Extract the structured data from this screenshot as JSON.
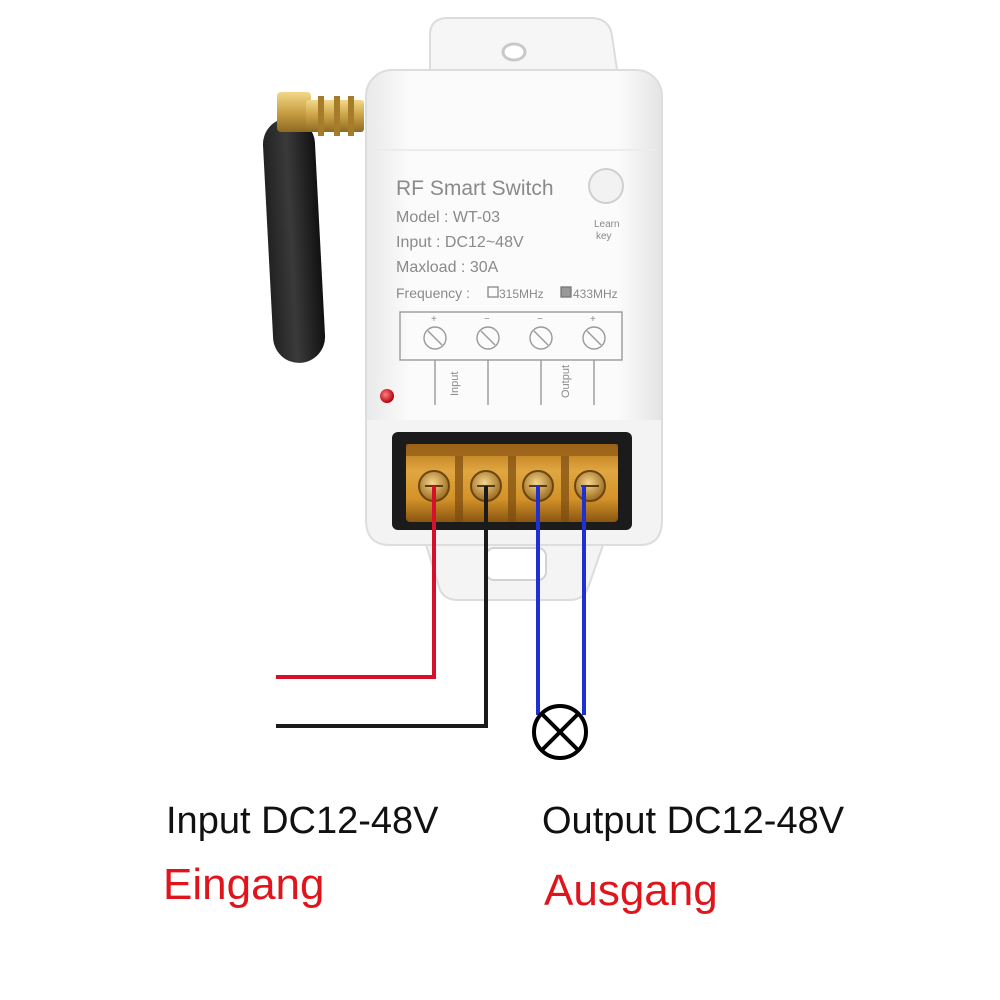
{
  "device": {
    "title": "RF Smart  Switch",
    "model": "Model : WT-03",
    "input": "Input : DC12~48V",
    "maxload": "Maxload : 30A",
    "frequency_label": "Frequency :",
    "freq_option_1": "315MHz",
    "freq_option_2": "433MHz",
    "learn_key_line1": "Learn",
    "learn_key_line2": "key",
    "terminal_group_input": "Input",
    "terminal_group_output": "Output",
    "terminal_marks": [
      "+",
      "−",
      "−",
      "+"
    ]
  },
  "captions": {
    "input_label": "Input DC12-48V",
    "input_label_de": "Eingang",
    "output_label": "Output DC12-48V",
    "output_label_de": "Ausgang"
  },
  "colors": {
    "wire_positive": "#d6102a",
    "wire_negative": "#1a1a1a",
    "wire_output": "#1f2fd0",
    "terminal_block": "#d99a2b",
    "caption_red": "#e0141b"
  },
  "icons": {
    "lamp": "lamp-symbol-icon",
    "led": "status-led-icon",
    "antenna": "antenna-icon"
  }
}
